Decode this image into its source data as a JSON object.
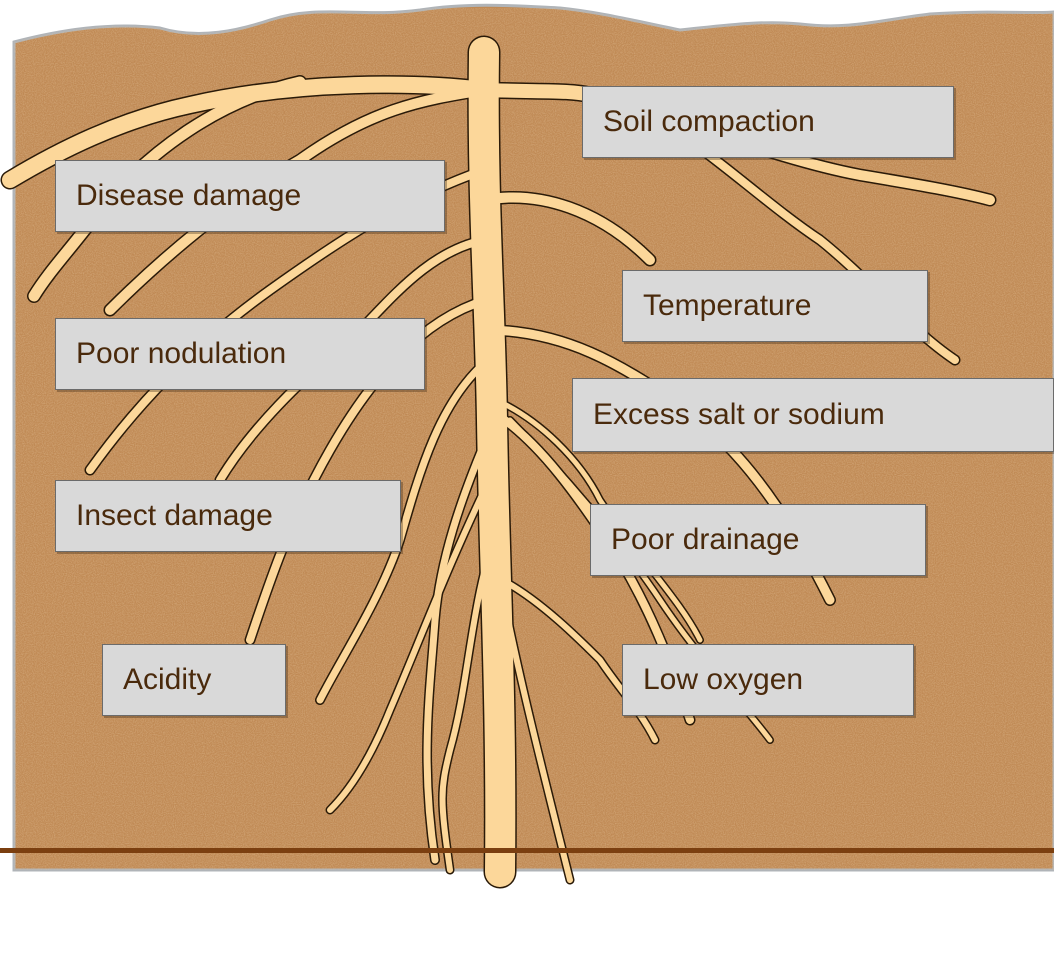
{
  "colors": {
    "soil": "#c08a55",
    "soil_edge": "#b0b4b8",
    "root_fill": "#fcd79a",
    "root_stroke": "#2a1a08",
    "label_bg": "#d9d9d9",
    "label_text": "#4a2a0c",
    "rule": "#7b3f10"
  },
  "labels": {
    "soil_compaction": "Soil compaction",
    "disease_damage": "Disease damage",
    "temperature": "Temperature",
    "poor_nodulation": "Poor nodulation",
    "excess_salt": "Excess salt or sodium",
    "insect_damage": "Insect damage",
    "poor_drainage": "Poor drainage",
    "acidity": "Acidity",
    "low_oxygen": "Low oxygen"
  }
}
